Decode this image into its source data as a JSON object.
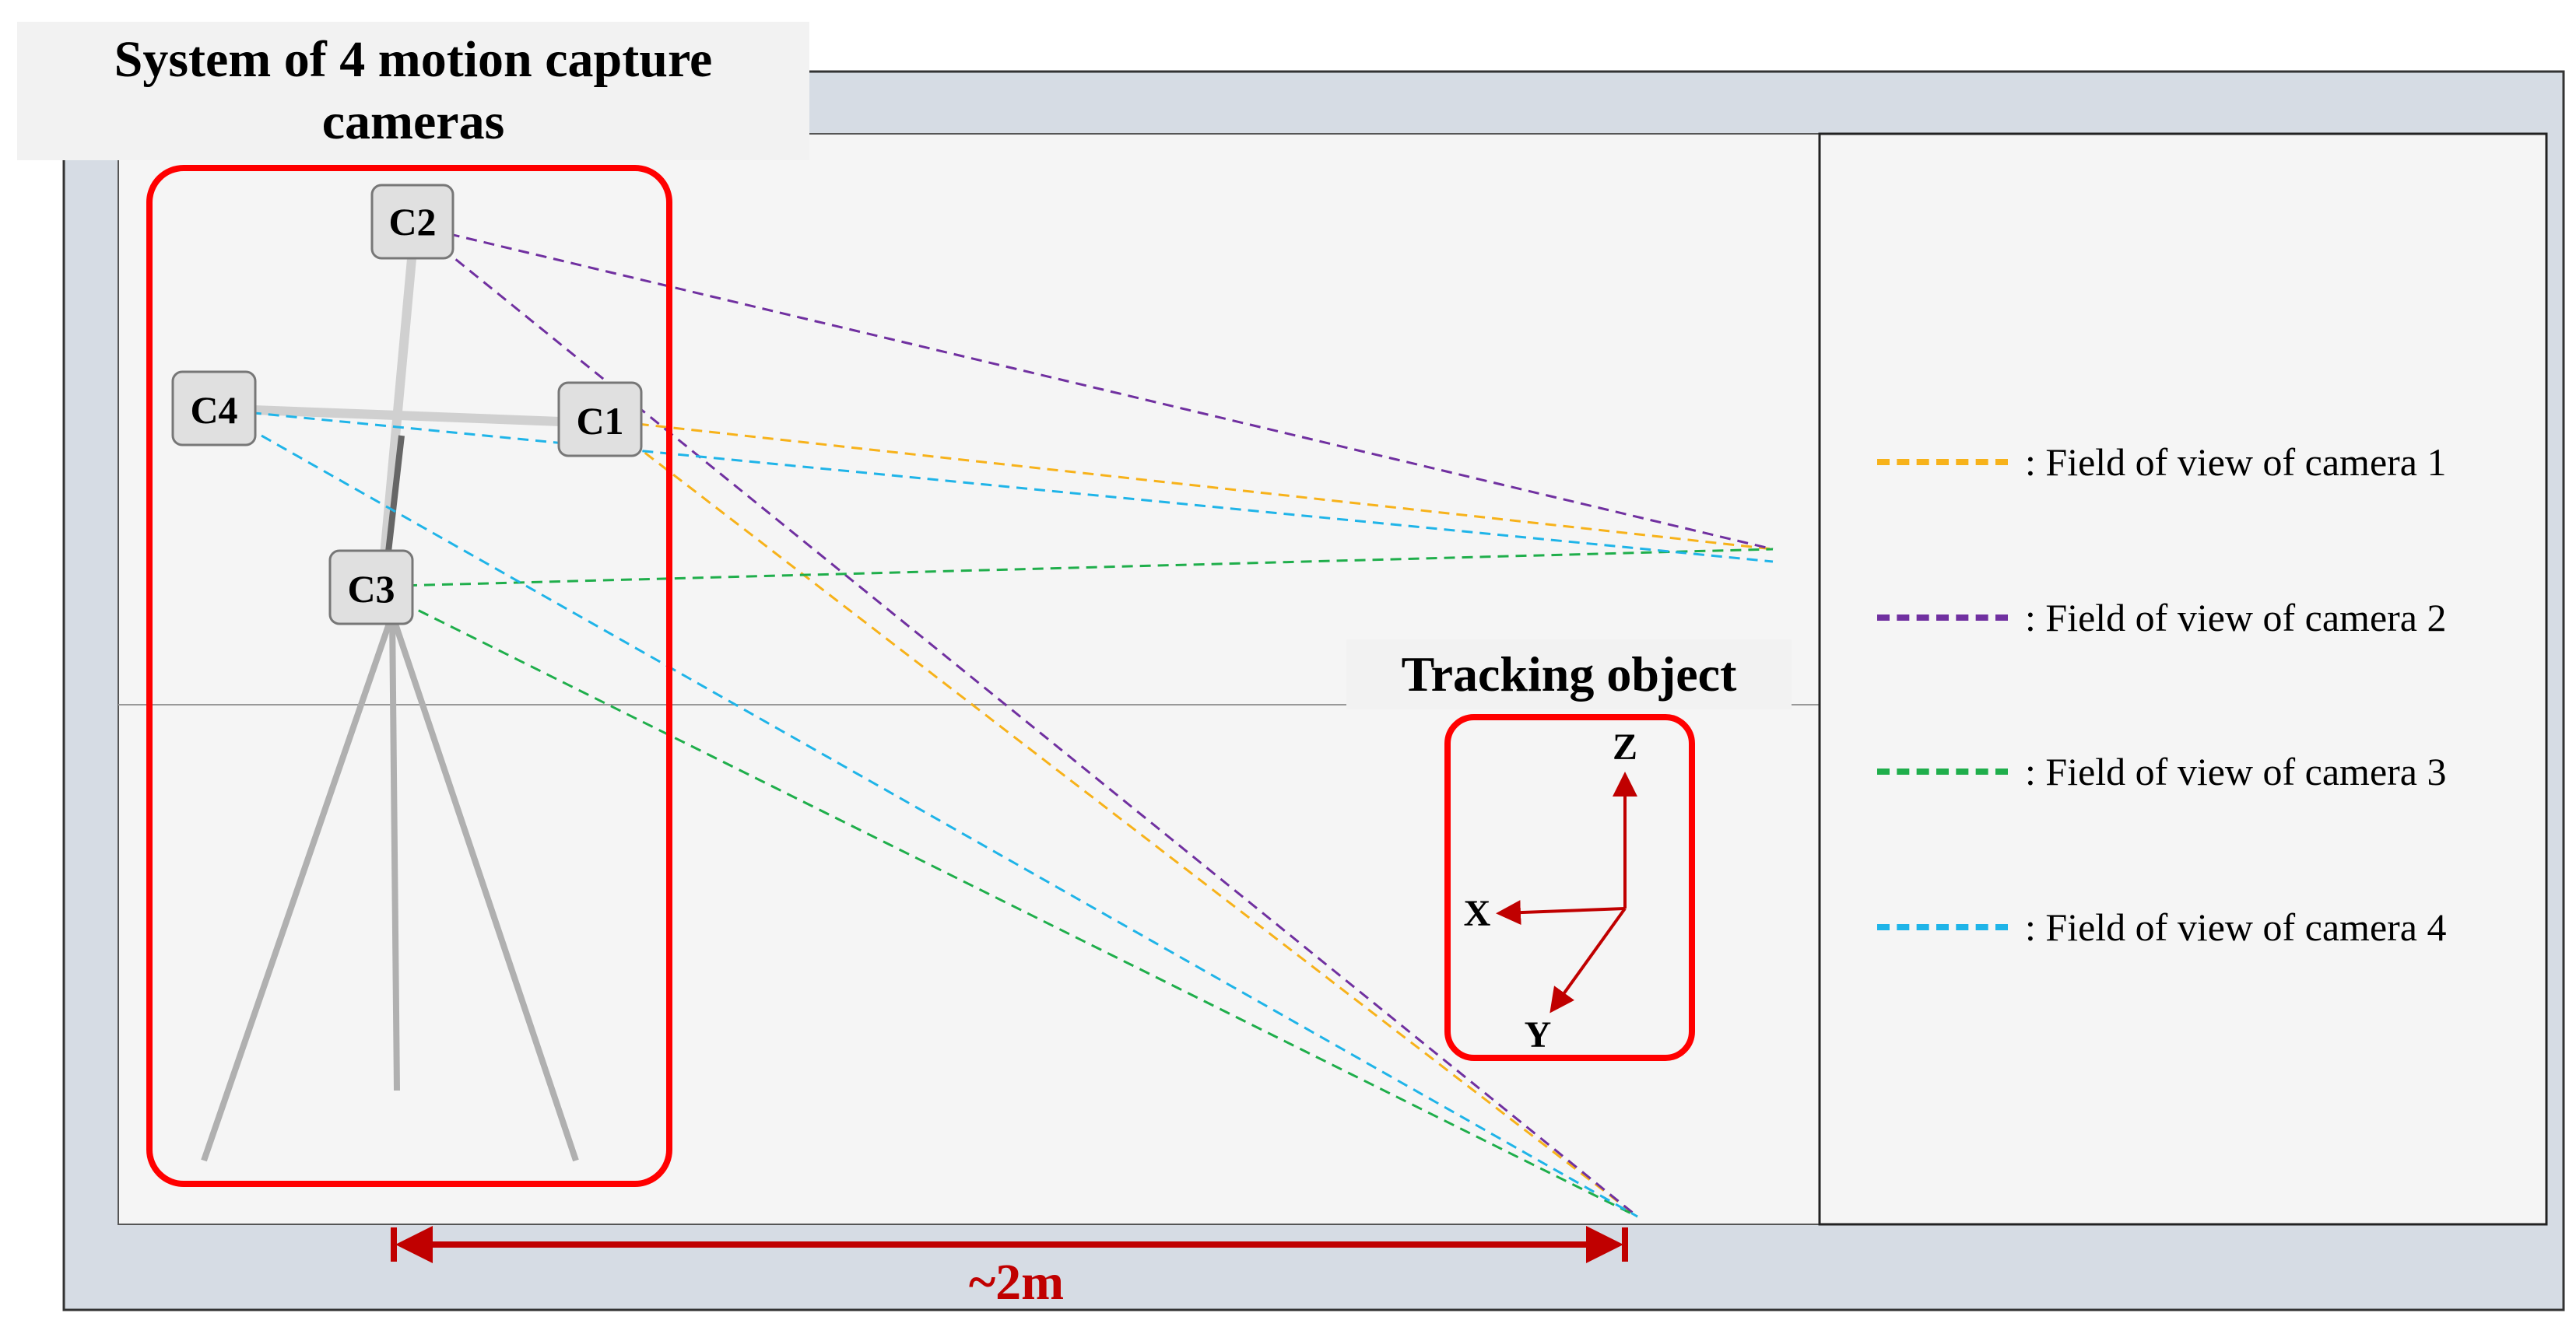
{
  "title": "System of 4 motion capture cameras",
  "tracking_label": "Tracking object",
  "distance_label": "~2m",
  "cameras": [
    {
      "id": "C1",
      "label": "C1"
    },
    {
      "id": "C2",
      "label": "C2"
    },
    {
      "id": "C3",
      "label": "C3"
    },
    {
      "id": "C4",
      "label": "C4"
    }
  ],
  "axes": {
    "x": "X",
    "y": "Y",
    "z": "Z"
  },
  "legend": [
    {
      "text": ": Field of view of camera 1",
      "color": "#f7b21a"
    },
    {
      "text": ": Field of view of camera 2",
      "color": "#7030a0"
    },
    {
      "text": ": Field of view of camera 3",
      "color": "#1fae4b"
    },
    {
      "text": ": Field of view of camera 4",
      "color": "#1fb4e8"
    }
  ],
  "colors": {
    "highlight_red": "#ff0000",
    "dimension_red": "#c00000",
    "outer_frame": "#d6dce4",
    "room": "#f5f5f5"
  }
}
